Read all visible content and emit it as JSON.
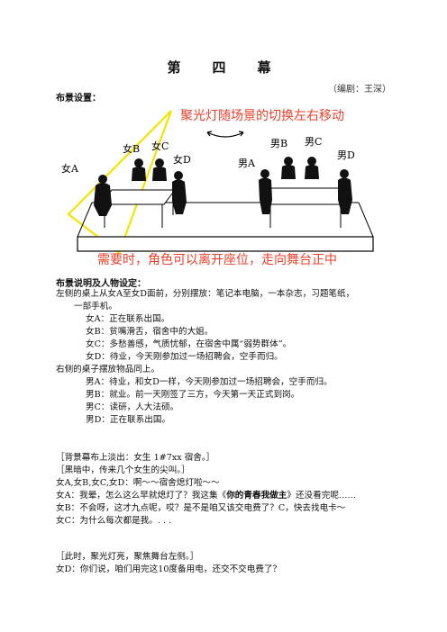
{
  "title": "第　四　幕",
  "editor": "（编剧：王深）",
  "setup_heading": "布景设置：",
  "diagram": {
    "spotlight_caption": "聚光灯随场景的切换左右移动",
    "bottom_caption": "需要时，角色可以离开座位，走向舞台正中",
    "labels": {
      "nv_a": "女A",
      "nv_b": "女B",
      "nv_c": "女C",
      "nv_d": "女D",
      "nan_a": "男A",
      "nan_b": "男B",
      "nan_c": "男C",
      "nan_d": "男D"
    },
    "colors": {
      "spotlight": "#f5e400",
      "caption": "#e8412b",
      "stage": "#ffffff"
    }
  },
  "explain_heading": "布景说明及人物设定：",
  "explain": {
    "left_desk_1": "左侧的桌上从女A至女D面前，分别摆放：笔记本电脑，一本杂志，习题笔纸，",
    "left_desk_2": "一部手机。",
    "a": "女A：正在联系出国。",
    "b": "女B：贫嘴滑舌，宿舍中的大姐。",
    "c": "女C：多愁善感，气质忧郁，在宿舍中属“弱势群体”。",
    "d": "女D：待业，今天刚参加过一场招聘会，空手而归。",
    "right_desk": "右侧的桌子摆放物品同上。",
    "ma": "男A：待业，和女D一样，今天刚参加过一场招聘会，空手而归。",
    "mb": "男B：就业。前一天刚签了三方，今天第一天正式到岗。",
    "mc": "男C：读研，人大法硕。",
    "md": "男D：正在联系出国。"
  },
  "script": {
    "s1": "［背景幕布上淡出：女生 1#7xx 宿舍。］",
    "s2": "［黑暗中，传来几个女生的尖叫。］",
    "s3": "女A,女B,女C,女D：啊～～宿舍熄灯啦～～",
    "s4_pre": "女A：我晕，怎么这么早就熄灯了？我这集《",
    "s4_bold": "你的青春我做主",
    "s4_post": "》还没看完呢……",
    "s5": "女B：不会呀，这才九点呢，哎？是不是咱又该交电费了？C，快去找电卡～",
    "s6": "女C：为什么每次都是我。. . .",
    "s7": "［此时，聚光灯亮，聚焦舞台左侧。］",
    "s8": "女D：你们说，咱们用完这10度备用电，还交不交电费了？"
  }
}
